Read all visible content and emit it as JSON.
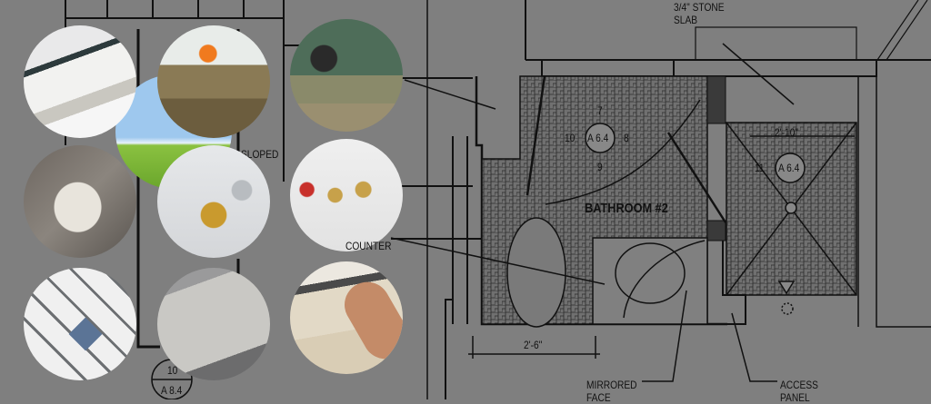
{
  "plan": {
    "labels": {
      "stone_slab_1": "3/4\" STONE",
      "stone_slab_2": "SLAB",
      "sloped": "SLOPED",
      "counter": "COUNTER",
      "room_name": "BATHROOM #2",
      "ref_a": "A 6.4",
      "ref_a_top": "7",
      "ref_a_left": "10",
      "ref_a_right": "8",
      "ref_a_bottom": "9",
      "dim_shower": "2'-10\"",
      "ref_b_num": "11",
      "ref_b": "A 6.4",
      "dim_toilet": "2'-6\"",
      "mirrored_1": "MIRRORED",
      "mirrored_2": "FACE",
      "access_1": "ACCESS",
      "access_2": "PANEL",
      "ref_c_num": "10",
      "ref_c": "A 8.4"
    }
  },
  "photos": [
    {
      "subject": "design-samples-icon"
    },
    {
      "subject": "demolition-worker-icon"
    },
    {
      "subject": "bathroom-tiler-icon"
    },
    {
      "subject": "tile-and-tools-icon"
    },
    {
      "subject": "brass-fittings-icon"
    },
    {
      "subject": "plumbing-fittings-icon"
    },
    {
      "subject": "mosaic-tiles-icon"
    },
    {
      "subject": "stone-tile-sample-icon"
    },
    {
      "subject": "tile-installation-icon"
    }
  ],
  "colors": {
    "background": "#7f7f7f",
    "linework": "#111111"
  }
}
